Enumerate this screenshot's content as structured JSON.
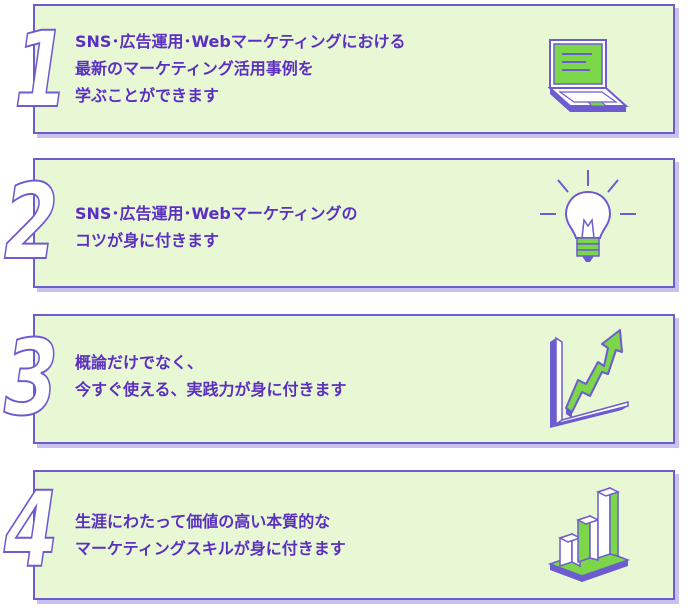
{
  "items": [
    {
      "number": "1",
      "lines": [
        "SNS･広告運用･Webマーケティングにおける",
        "最新のマーケティング活用事例を",
        "学ぶことができます"
      ],
      "icon": "laptop-icon"
    },
    {
      "number": "2",
      "lines": [
        "SNS･広告運用･Webマーケティングの",
        "コツが身に付きます"
      ],
      "icon": "lightbulb-icon"
    },
    {
      "number": "3",
      "lines": [
        "概論だけでなく、",
        "今すぐ使える、実践力が身に付きます"
      ],
      "icon": "growth-chart-icon"
    },
    {
      "number": "4",
      "lines": [
        "生涯にわたって価値の高い本質的な",
        "マーケティングスキルが身に付きます"
      ],
      "icon": "bar-chart-icon"
    }
  ],
  "colors": {
    "card_background": "#e8f8d4",
    "border": "#6d5bd0",
    "text": "#5a2fc2",
    "accent_green": "#7cd64a"
  }
}
